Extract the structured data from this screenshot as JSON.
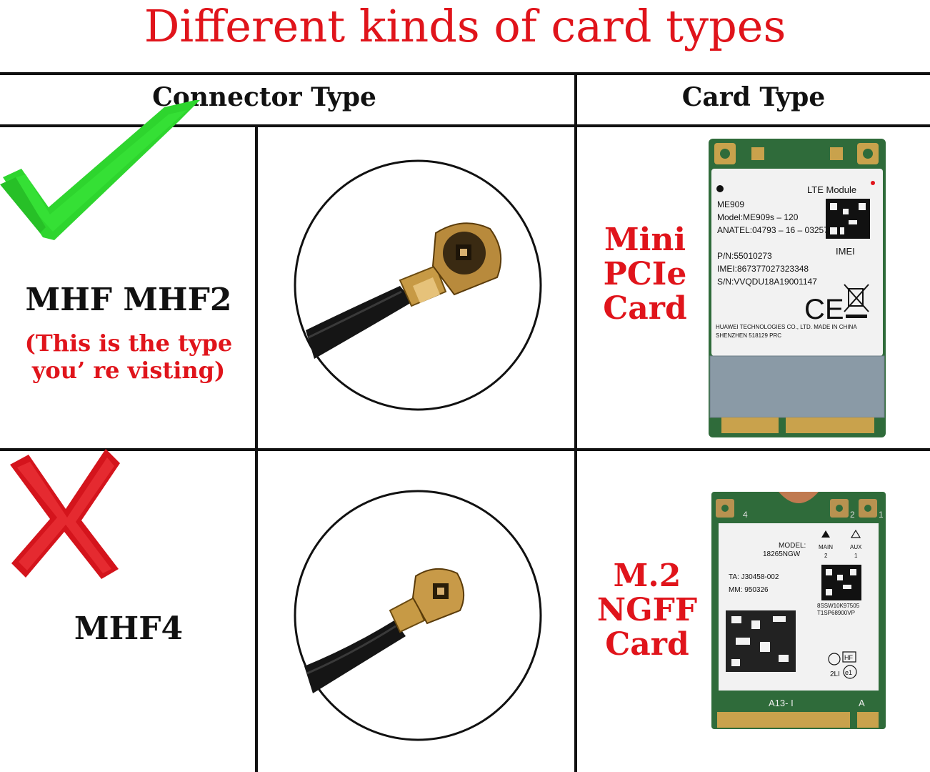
{
  "title": "Different kinds of card types",
  "headers": {
    "connector": "Connector Type",
    "card": "Card Type"
  },
  "rows": [
    {
      "connector_name": "MHF MHF2",
      "note_line1": "(This is the type",
      "note_line2": "you’ re visting)",
      "mark": "check-icon",
      "card_label": [
        "Mini",
        "PCIe",
        "Card"
      ],
      "card": {
        "line1": "LTE Module",
        "line2": "ME909",
        "line3": "Model:ME909s – 120",
        "line4": "ANATEL:04793 – 16 – 03257",
        "line5": "IMEI",
        "line6": "P/N:55010273",
        "line7": "IMEI:867377027323348",
        "line8": "S/N:VVQDU18A19001147",
        "line9": "CE",
        "line10": "HUAWEI TECHNOLOGIES CO., LTD. MADE IN CHINA",
        "line11": "SHENZHEN 518129 PRC"
      }
    },
    {
      "connector_name": "MHF4",
      "mark": "cross-icon",
      "card_label": [
        "M.2",
        "NGFF",
        "Card"
      ],
      "card": {
        "line1": "MODEL:",
        "line2": "18265NGW",
        "line3": "MAIN",
        "line4": "AUX",
        "line5": "2",
        "line6": "1",
        "line7": "TA: J30458-002",
        "line8": "MM: 950326",
        "line9": "8SSW10K97505",
        "line10": "T1SP68900VP",
        "line11": "HF",
        "line12": "2LI",
        "line13": "e1",
        "line14": "A13- I",
        "line15": "A",
        "line16": "4",
        "line17": "2",
        "line18": "1"
      }
    }
  ],
  "colors": {
    "accent_red": "#e0141b",
    "check_green": "#2ed52e",
    "cross_red": "#d4141c",
    "pcb_green": "#2f6b3a"
  }
}
